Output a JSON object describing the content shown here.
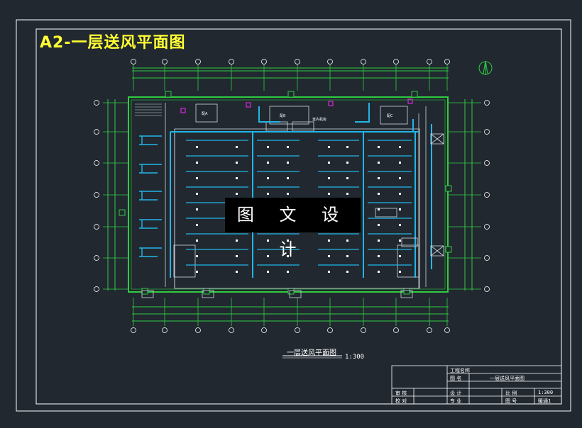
{
  "sheet_title": "A2-一层送风平面图",
  "watermark": "图 文 设 计",
  "drawing_caption": "一层送风平面图",
  "drawing_scale": "1:300",
  "rooms": {
    "room_a": "配A",
    "room_b": "配B",
    "room_c": "配C",
    "hall": "室内机房"
  },
  "title_block": {
    "project_label": "工程名称",
    "drawing_label": "图 名",
    "drawing_name": "一层送风平面图",
    "check_label": "审 核",
    "design_label": "设 计",
    "scale_label": "比 例",
    "scale_value": "1:300",
    "proof_label": "校 对",
    "draw_label": "专 业",
    "sheet_label": "图 号",
    "sheet_value": "暖通1"
  },
  "colors": {
    "background": "#212830",
    "frame": "#ffffff",
    "building_outline": "#2ecc40",
    "ducts": "#22b6e8",
    "title": "#ffff33",
    "accent": "#d62ad6"
  }
}
